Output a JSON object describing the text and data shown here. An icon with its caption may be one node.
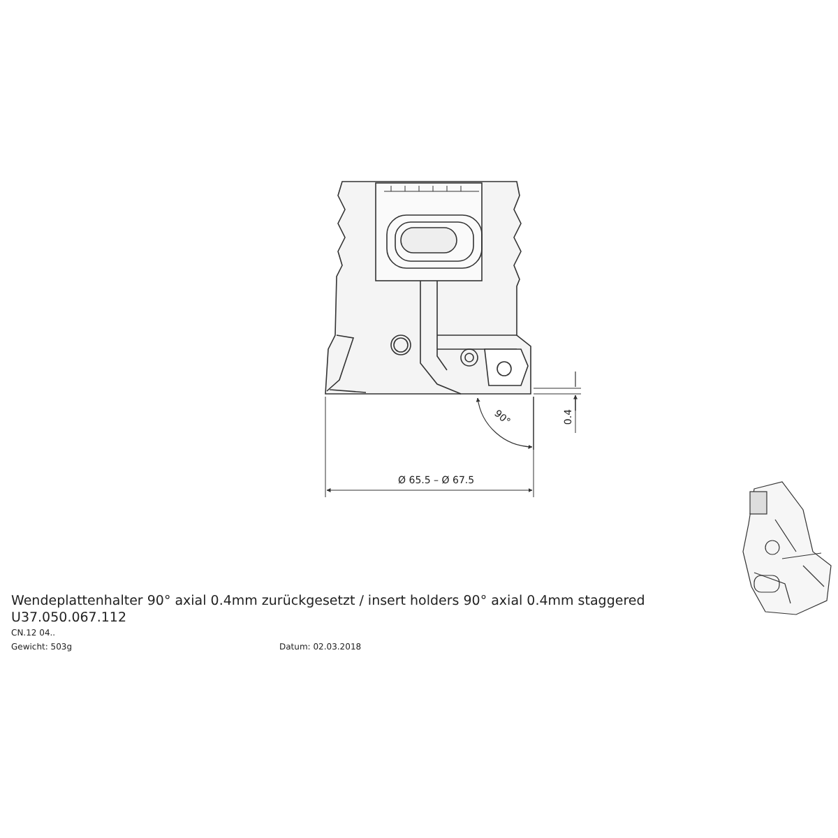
{
  "diagram": {
    "labels": [
      "90°",
      "0.4",
      "Ø 65.5 – Ø 67.5",
      "Wendeplattenhalter 90° axial 0.4mm zurückgesetzt / insert holders 90° axial 0.4mm staggered",
      "U37.050.067.112",
      "CN.12 04..",
      "Gewicht: 503g",
      "Datum: 02.03.2018"
    ]
  }
}
